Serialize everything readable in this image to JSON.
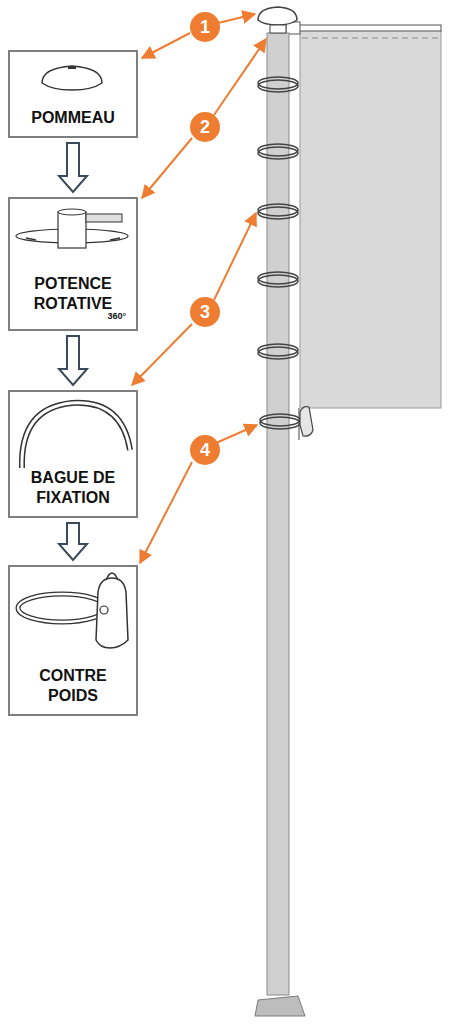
{
  "diagram": {
    "nodes": [
      {
        "text": [
          "POMMEAU"
        ]
      },
      {
        "text": [
          "POTENCE ROTATIVE",
          "360°"
        ]
      },
      {
        "text": [
          "BAGUE DE FIXATION"
        ]
      },
      {
        "text": [
          "CONTRE POIDS"
        ]
      }
    ],
    "edges": [
      {
        "from": 0,
        "to": 1,
        "arrow": "to"
      },
      {
        "from": 1,
        "to": 2,
        "arrow": "to"
      },
      {
        "from": 2,
        "to": 3,
        "arrow": "to"
      }
    ],
    "labels": [
      "1",
      "2",
      "3",
      "4"
    ]
  }
}
